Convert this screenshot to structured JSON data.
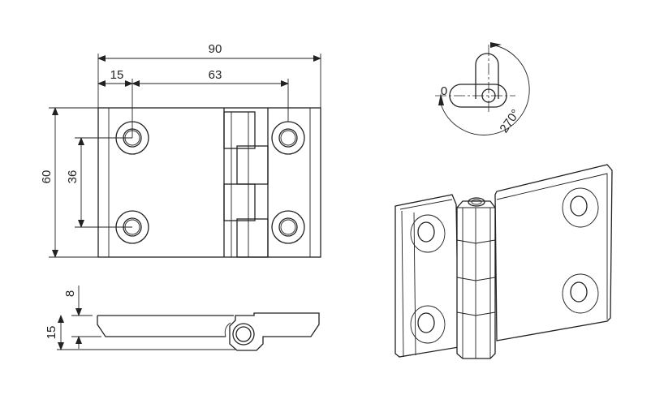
{
  "drawing": {
    "dimensions": {
      "overall_width": "90",
      "edge_to_hole": "15",
      "hole_spacing_horizontal": "63",
      "overall_height": "60",
      "hole_spacing_vertical": "36",
      "plate_thickness": "8",
      "total_thickness": "15",
      "rotation_start": "0",
      "rotation_angle": "270°"
    },
    "line_color": "#222222"
  }
}
